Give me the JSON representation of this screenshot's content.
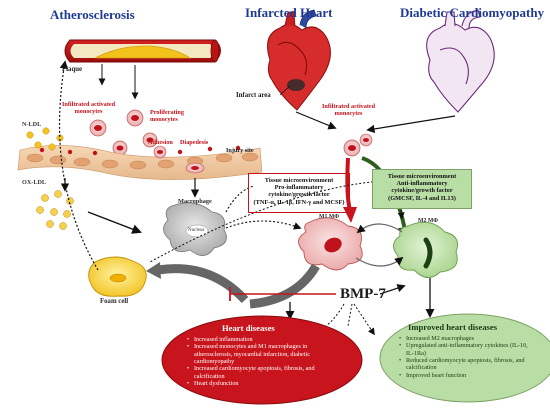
{
  "titles": {
    "atherosclerosis": "Atherosclerosis",
    "infarcted_heart": "Infarcted Heart",
    "diabetic": "Diabetic Cardiomyopathy"
  },
  "labels": {
    "plaque": "Plaque",
    "infarct_area": "Infarct area",
    "infiltrated_left": "Infiltrated activated\nmonocytes",
    "infiltrated_right": "Infiltrated activated\nmonocytes",
    "proliferating": "Proliferating\nmonocytes",
    "adhesion": "Adhesion",
    "diapedesis": "Diapedesis",
    "injury_site": "Injury site",
    "nldl": "N-LDL",
    "oxldl": "OX-LDL",
    "macrophage": "Macrophage",
    "nucleus": "Nucleus",
    "foam_cell": "Foam cell",
    "m1": "M1 MΦ",
    "m2": "M2 MΦ",
    "bmp7": "BMP-7"
  },
  "pro_box": {
    "text": "Tissue microenvironment\nPro-inflammatory\ncytokine/growth factor\n(TNF-α, IL-1β, IFN-γ and MCSF)",
    "color": "#c8141c"
  },
  "anti_box": {
    "text": "Tissue microenvironment\nAnti-inflammatory\ncytokine/growth factor\n(GMCSF, IL-4 and IL13)",
    "color": "#b9dea5"
  },
  "heart_diseases": {
    "title": "Heart diseases",
    "items": [
      "Increased inflammation",
      "Increased monocytes and M1 macrophages in atherosclerosis, myocardial infarction, diabetic cardiomyopathy",
      "Increased cardiomyocyte apoptosis, fibrosis, and calcification",
      "Heart dysfunction"
    ],
    "color": "#c8141c"
  },
  "improved": {
    "title": "Improved heart diseases",
    "items": [
      "Increased M2 macrophages",
      "Upregulated anti-inflammatory cytokines (IL-10, IL-1Ra)",
      "Reduced cardiomyocyte apoptosis, fibrosis, and calcification",
      "Improved heart function"
    ],
    "color": "#b9dea5"
  }
}
